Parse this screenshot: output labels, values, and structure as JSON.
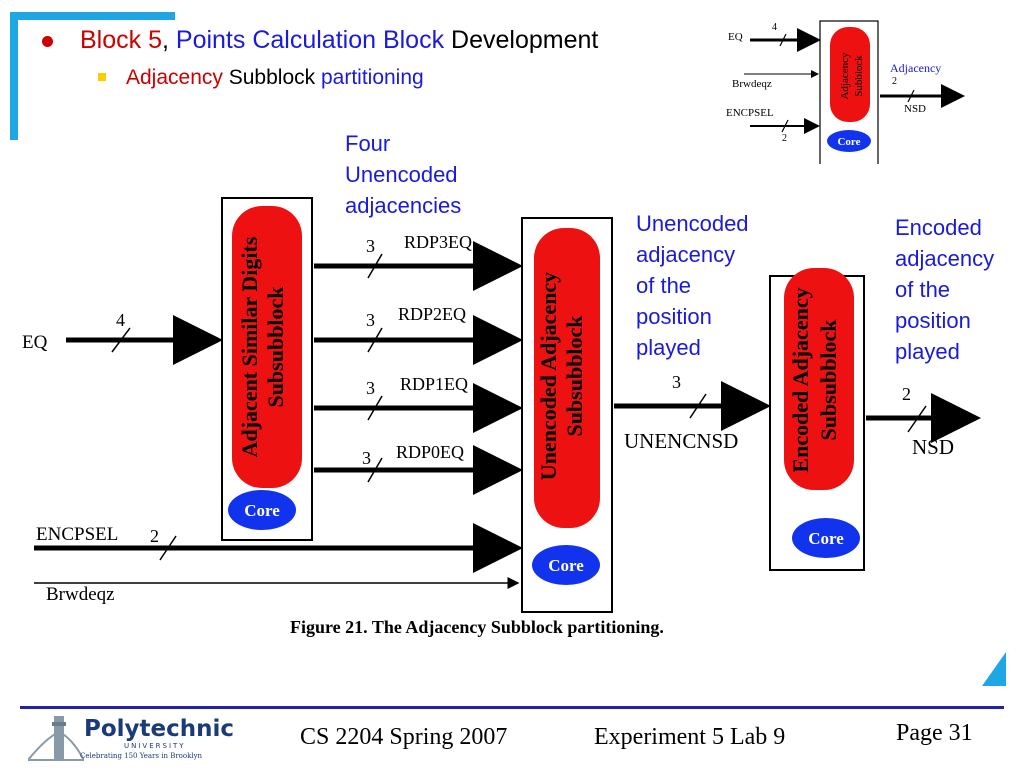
{
  "header": {
    "bullet1": {
      "part1": "Block 5",
      "sep": ",",
      "part2": "Points Calculation Block",
      "part3": "Development"
    },
    "bullet2": {
      "part1": "Adjacency",
      "part2": "Subblock",
      "part3": "partitioning"
    }
  },
  "mini_diagram": {
    "box_label": "Adjacency\nSubblock",
    "core": "Core",
    "inputs": [
      {
        "name": "EQ",
        "width": "4"
      },
      {
        "name": "Brwdeqz",
        "width": ""
      },
      {
        "name": "ENCPSEL",
        "width": "2"
      }
    ],
    "output": {
      "name": "NSD",
      "width": "2",
      "caption": "Adjacency"
    }
  },
  "annotations": {
    "four": "Four\nUnencoded\nadjacencies",
    "unencoded": "Unencoded\nadjacency\nof the\nposition\nplayed",
    "encoded": "Encoded\nadjacency\nof the\nposition\nplayed"
  },
  "diagram": {
    "blocks": [
      {
        "label": "Adjacent Similar Digits\nSubsubblock",
        "core": "Core"
      },
      {
        "label": "Unencoded Adjacency\nSubsubblock",
        "core": "Core"
      },
      {
        "label": "Encoded Adjacency\nSubsubblock",
        "core": "Core"
      }
    ],
    "signals": [
      {
        "name": "EQ",
        "width": "4"
      },
      {
        "name": "RDP3EQ",
        "width": "3"
      },
      {
        "name": "RDP2EQ",
        "width": "3"
      },
      {
        "name": "RDP1EQ",
        "width": "3"
      },
      {
        "name": "RDP0EQ",
        "width": "3"
      },
      {
        "name": "ENCPSEL",
        "width": "2"
      },
      {
        "name": "Brwdeqz",
        "width": ""
      },
      {
        "name": "UNENCNSD",
        "width": "3"
      },
      {
        "name": "NSD",
        "width": "2"
      }
    ],
    "caption": "Figure 21. The Adjacency Subblock partitioning."
  },
  "footer": {
    "logo": "Polytechnic",
    "logo_sub": "UNIVERSITY",
    "logo_tagline": "Celebrating 150 Years in Brooklyn",
    "course": "CS 2204 Spring 2007",
    "experiment": "Experiment 5 Lab 9",
    "page": "Page 31"
  }
}
